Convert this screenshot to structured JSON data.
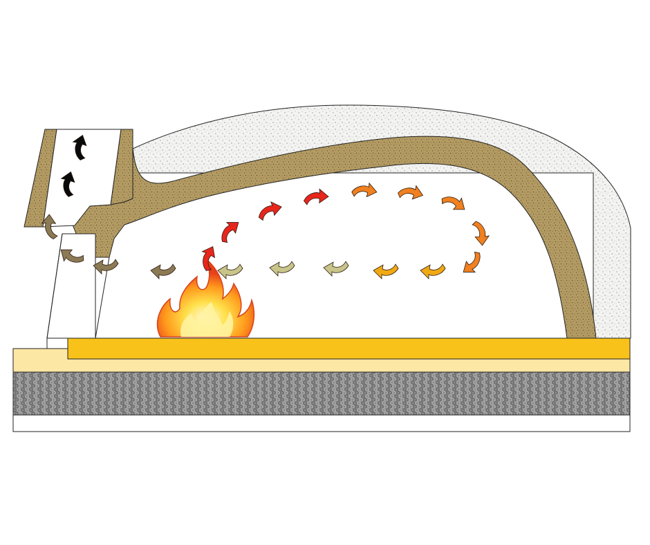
{
  "diagram": {
    "kind": "wood-fired-oven-airflow-cross-section",
    "colors": {
      "background": "#ffffff",
      "insulation": "#f3f3f1",
      "thermal_mass": "#b39b63",
      "hearth_top": "#f8c21a",
      "hearth_base": "#fde7a4",
      "gravel": "#7d7d7d",
      "base_slab": "#ffffff",
      "outline": "#222222",
      "smoke_arrow": "#0a0a0a",
      "return_arrow": "#8c7a55",
      "hot_arrow": "#e8261c",
      "warm_arrow": "#f08020",
      "cool_arrow": "#f0a814",
      "mild_arrow": "#c9c58a"
    },
    "layers": [
      {
        "name": "insulation-dome",
        "icon": "speckled-white"
      },
      {
        "name": "thermal-dome",
        "icon": "speckled-tan"
      },
      {
        "name": "chimney-flue",
        "icon": "open-duct"
      },
      {
        "name": "cooking-floor",
        "icon": "solid-yellow"
      },
      {
        "name": "hearth-slab",
        "icon": "solid-cream"
      },
      {
        "name": "insulating-gravel",
        "icon": "dotted-grey"
      },
      {
        "name": "foundation",
        "icon": "plain-white"
      }
    ],
    "flow_arrows": [
      {
        "name": "rise-1",
        "color": "hot_arrow"
      },
      {
        "name": "rise-2",
        "color": "hot_arrow"
      },
      {
        "name": "rise-3",
        "color": "hot_arrow"
      },
      {
        "name": "top-1",
        "color": "hot_arrow"
      },
      {
        "name": "top-2",
        "color": "warm_arrow"
      },
      {
        "name": "top-3",
        "color": "warm_arrow"
      },
      {
        "name": "top-4",
        "color": "warm_arrow"
      },
      {
        "name": "top-5",
        "color": "warm_arrow"
      },
      {
        "name": "descend-1",
        "color": "warm_arrow"
      },
      {
        "name": "descend-2",
        "color": "cool_arrow"
      },
      {
        "name": "return-1",
        "color": "cool_arrow"
      },
      {
        "name": "return-2",
        "color": "mild_arrow"
      },
      {
        "name": "return-3",
        "color": "mild_arrow"
      },
      {
        "name": "return-4",
        "color": "mild_arrow"
      },
      {
        "name": "return-5",
        "color": "return_arrow"
      },
      {
        "name": "return-6",
        "color": "return_arrow"
      },
      {
        "name": "exit-1",
        "color": "return_arrow"
      },
      {
        "name": "exit-2",
        "color": "return_arrow"
      },
      {
        "name": "smoke-1",
        "color": "smoke_arrow"
      },
      {
        "name": "smoke-2",
        "color": "smoke_arrow"
      },
      {
        "name": "smoke-3",
        "color": "smoke_arrow"
      }
    ],
    "fire": {
      "icon": "flame-icon"
    }
  }
}
